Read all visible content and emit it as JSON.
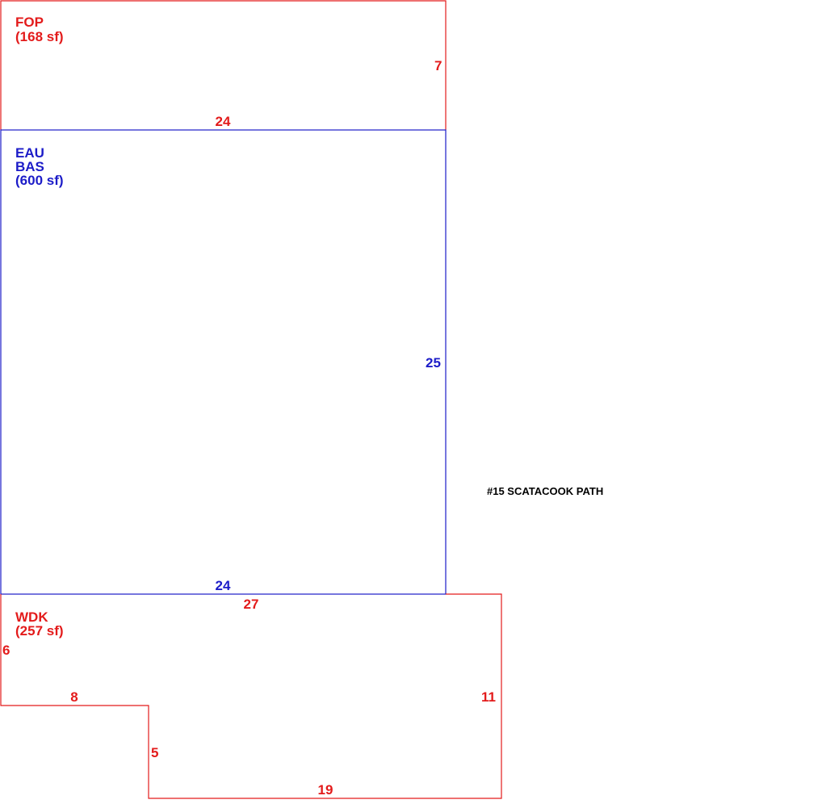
{
  "colors": {
    "red": "#e31b1b",
    "blue": "#1c1cc8",
    "black": "#000000",
    "background": "#ffffff"
  },
  "areas": {
    "fop": {
      "code": "FOP",
      "area": "(168 sf)",
      "dim_width": "24",
      "dim_depth": "7"
    },
    "bas": {
      "code_top": "EAU",
      "code": "BAS",
      "area": "(600 sf)",
      "dim_right": "25",
      "dim_bottom": "24"
    },
    "wdk": {
      "code": "WDK",
      "area": "(257 sf)",
      "dim_top": "27",
      "dim_left": "6",
      "dim_step_h": "8",
      "dim_step_v": "5",
      "dim_right": "11",
      "dim_bottom": "19"
    }
  },
  "address": "#15 SCATACOOK PATH"
}
